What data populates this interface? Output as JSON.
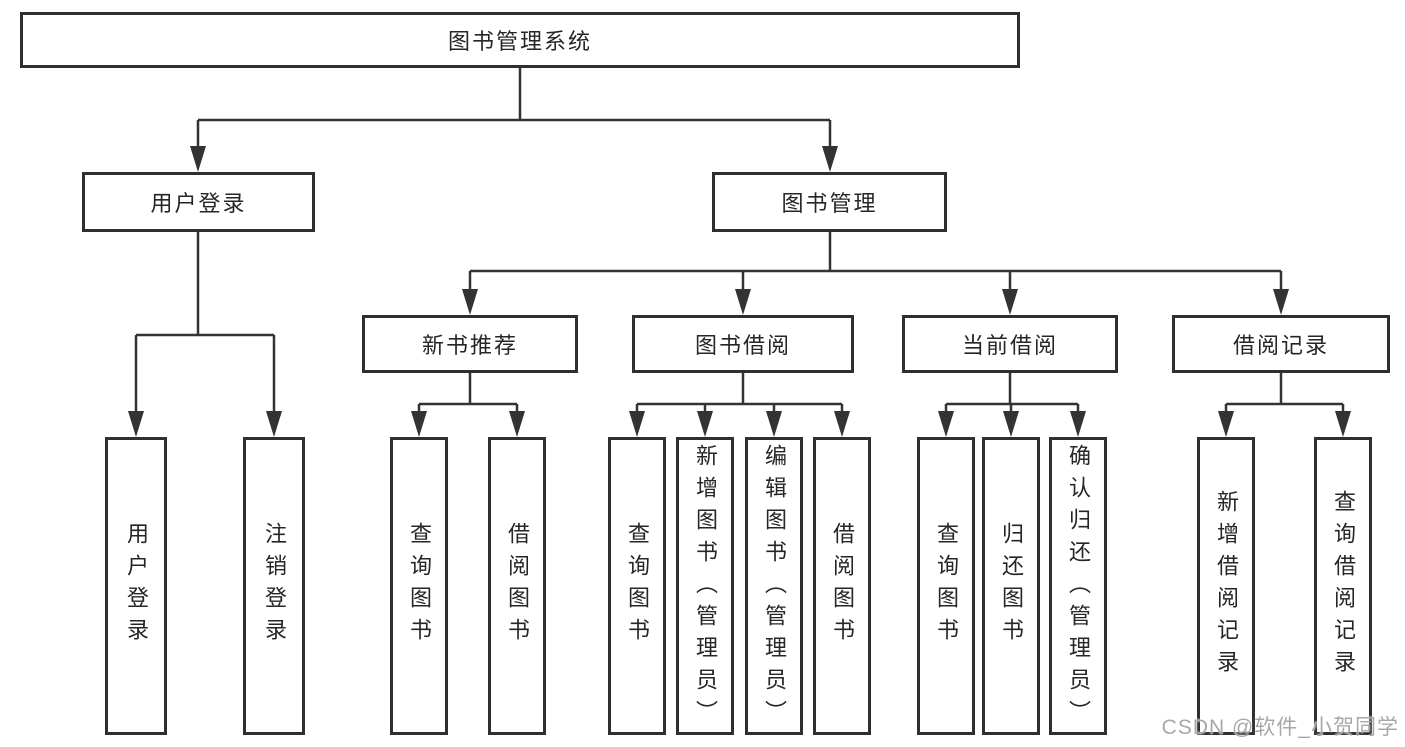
{
  "watermark": "CSDN @软件_小贺同学",
  "colors": {
    "line": "#333333",
    "box_border": "#2f2f2f",
    "text": "#262626",
    "watermark": "#a8a8a8"
  },
  "tree": {
    "label": "图书管理系统",
    "children": [
      {
        "label": "用户登录",
        "children": [
          {
            "label": "用户登录"
          },
          {
            "label": "注销登录"
          }
        ]
      },
      {
        "label": "图书管理",
        "children": [
          {
            "label": "新书推荐",
            "children": [
              {
                "label": "查询图书"
              },
              {
                "label": "借阅图书"
              }
            ]
          },
          {
            "label": "图书借阅",
            "children": [
              {
                "label": "查询图书"
              },
              {
                "label": "新增图书（管理员）"
              },
              {
                "label": "编辑图书（管理员）"
              },
              {
                "label": "借阅图书"
              }
            ]
          },
          {
            "label": "当前借阅",
            "children": [
              {
                "label": "查询图书"
              },
              {
                "label": "归还图书"
              },
              {
                "label": "确认归还（管理员）"
              }
            ]
          },
          {
            "label": "借阅记录",
            "children": [
              {
                "label": "新增借阅记录"
              },
              {
                "label": "查询借阅记录"
              }
            ]
          }
        ]
      }
    ]
  }
}
